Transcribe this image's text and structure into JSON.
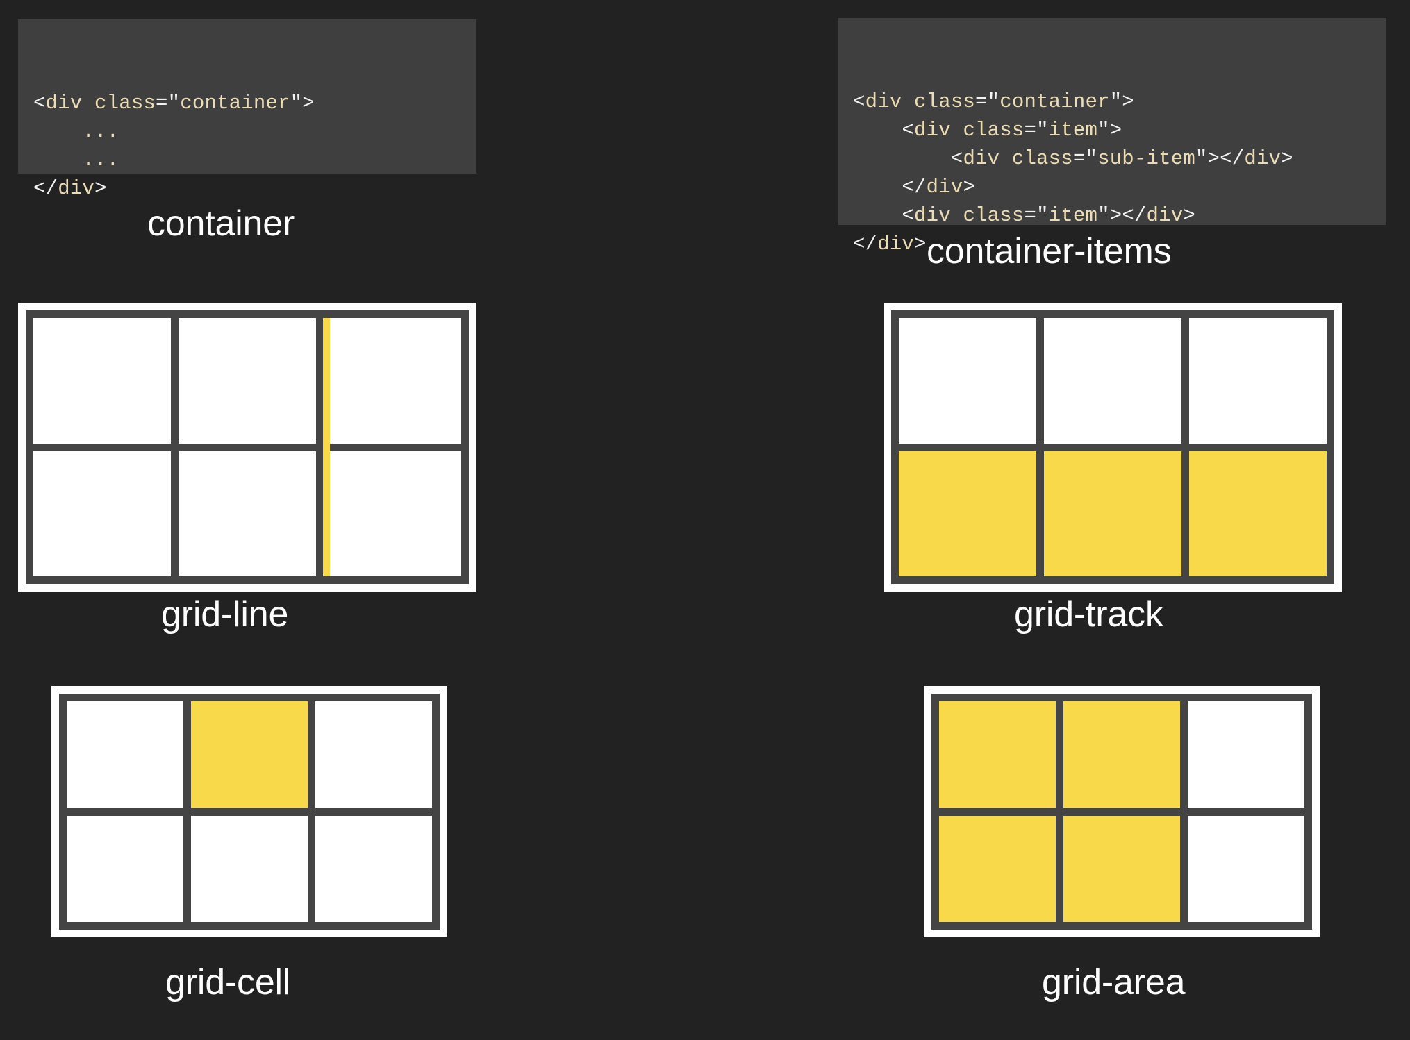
{
  "theme": {
    "background": "#222222",
    "code_background": "#3F3F3F",
    "code_text": "#EBDCB4",
    "code_punctuation": "#F2F2F2",
    "label_text": "#FFFFFF",
    "grid_border": "#444444",
    "cell_fill": "#FFFFFF",
    "highlight": "#F8D949",
    "diagram_frame": "#FFFFFF"
  },
  "panels": [
    {
      "id": "container",
      "caption": "container",
      "code": [
        "<div class=\"container\">",
        "    ...",
        "    ...",
        "</div>"
      ]
    },
    {
      "id": "container-items",
      "caption": "container-items",
      "code": [
        "<div class=\"container\">",
        "    <div class=\"item\">",
        "        <div class=\"sub-item\"></div>",
        "    </div>",
        "    <div class=\"item\"></div>",
        "</div>"
      ]
    }
  ],
  "diagrams": [
    {
      "id": "grid-line",
      "caption": "grid-line",
      "columns": 3,
      "rows": 2,
      "highlight_kind": "column-line",
      "highlighted_line_index": 3,
      "cells": [
        {
          "row": 1,
          "col": 1,
          "highlighted": false
        },
        {
          "row": 1,
          "col": 2,
          "highlighted": false
        },
        {
          "row": 1,
          "col": 3,
          "highlighted": false
        },
        {
          "row": 2,
          "col": 1,
          "highlighted": false
        },
        {
          "row": 2,
          "col": 2,
          "highlighted": false
        },
        {
          "row": 2,
          "col": 3,
          "highlighted": false
        }
      ]
    },
    {
      "id": "grid-track",
      "caption": "grid-track",
      "columns": 3,
      "rows": 2,
      "highlight_kind": "row-track",
      "highlighted_row_index": 2,
      "cells": [
        {
          "row": 1,
          "col": 1,
          "highlighted": false
        },
        {
          "row": 1,
          "col": 2,
          "highlighted": false
        },
        {
          "row": 1,
          "col": 3,
          "highlighted": false
        },
        {
          "row": 2,
          "col": 1,
          "highlighted": true
        },
        {
          "row": 2,
          "col": 2,
          "highlighted": true
        },
        {
          "row": 2,
          "col": 3,
          "highlighted": true
        }
      ]
    },
    {
      "id": "grid-cell",
      "caption": "grid-cell",
      "columns": 3,
      "rows": 2,
      "highlight_kind": "single-cell",
      "cells": [
        {
          "row": 1,
          "col": 1,
          "highlighted": false
        },
        {
          "row": 1,
          "col": 2,
          "highlighted": true
        },
        {
          "row": 1,
          "col": 3,
          "highlighted": false
        },
        {
          "row": 2,
          "col": 1,
          "highlighted": false
        },
        {
          "row": 2,
          "col": 2,
          "highlighted": false
        },
        {
          "row": 2,
          "col": 3,
          "highlighted": false
        }
      ]
    },
    {
      "id": "grid-area",
      "caption": "grid-area",
      "columns": 3,
      "rows": 2,
      "highlight_kind": "area",
      "cells": [
        {
          "row": 1,
          "col": 1,
          "highlighted": true
        },
        {
          "row": 1,
          "col": 2,
          "highlighted": true
        },
        {
          "row": 1,
          "col": 3,
          "highlighted": false
        },
        {
          "row": 2,
          "col": 1,
          "highlighted": true
        },
        {
          "row": 2,
          "col": 2,
          "highlighted": true
        },
        {
          "row": 2,
          "col": 3,
          "highlighted": false
        }
      ]
    }
  ]
}
